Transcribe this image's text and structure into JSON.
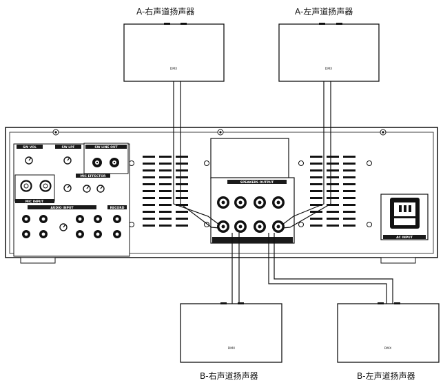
{
  "labels": {
    "a_right": "A-右声道扬声器",
    "a_left": "A-左声道扬声器",
    "b_right": "B-右声道扬声器",
    "b_left": "B-左声道扬声器"
  },
  "speaker_brand": "DMX",
  "panel": {
    "sw_vol": "SW VOL",
    "sw_lpf": "SW LPF",
    "sw_line_out": "SW LINE OUT",
    "mic_input": "MIC INPUT",
    "mic_effector": "MIC EFFECTOR",
    "audio_input": "AUDIO INPUT",
    "record": "RECORD",
    "speakers_output": "SPEAKERS OUTPUT",
    "ac_input": "AC INPUT"
  },
  "colors": {
    "line": "#111111",
    "panel_label_bg": "#1a1a1a"
  }
}
